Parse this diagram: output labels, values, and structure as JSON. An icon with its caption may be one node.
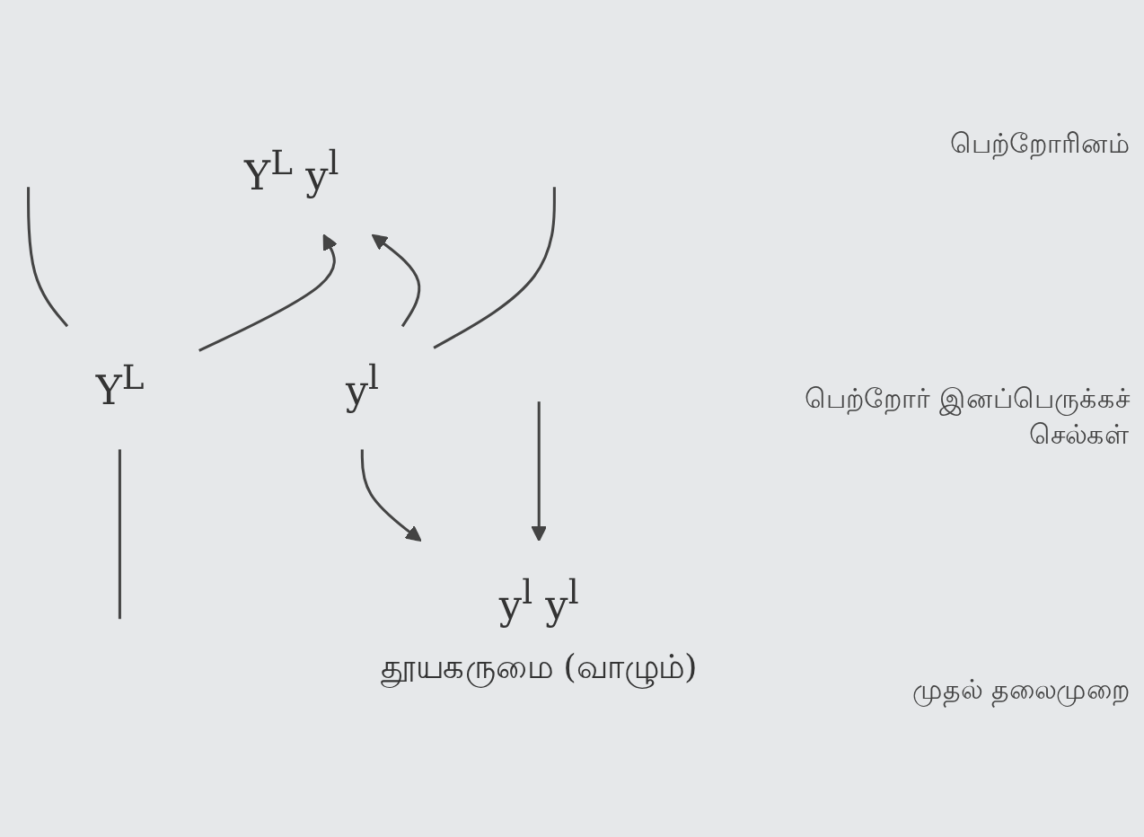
{
  "diagram": {
    "nodes": [
      {
        "text": [
          "Y$^{L}$ y$^{l}$"
        ]
      },
      {
        "text": [
          "Y$^{L}$"
        ]
      },
      {
        "text": [
          "y$^{l}$"
        ]
      },
      {
        "text": [
          "y$^{l}$ y$^{l}$"
        ],
        "beside": [
          "தூயகருமை (வாழும்)"
        ]
      }
    ],
    "edges": [
      {
        "from": 1,
        "to": 0,
        "arrow": "to"
      },
      {
        "from": 2,
        "to": 0,
        "arrow": "to"
      },
      {
        "from": 2,
        "to": 3,
        "arrow": "to"
      },
      {
        "from": null,
        "to": 3,
        "arrow": "to"
      },
      {
        "from": null,
        "to": 2,
        "arrow": "none"
      },
      {
        "from": null,
        "to": 1,
        "arrow": "none"
      },
      {
        "from": 1,
        "to": null,
        "arrow": "none"
      }
    ],
    "labels": [
      "பெற்றோரினம்",
      "பெற்றோர் இனப்பெருக்கச் செல்கள்",
      "முதல் தலைமுறை"
    ]
  }
}
